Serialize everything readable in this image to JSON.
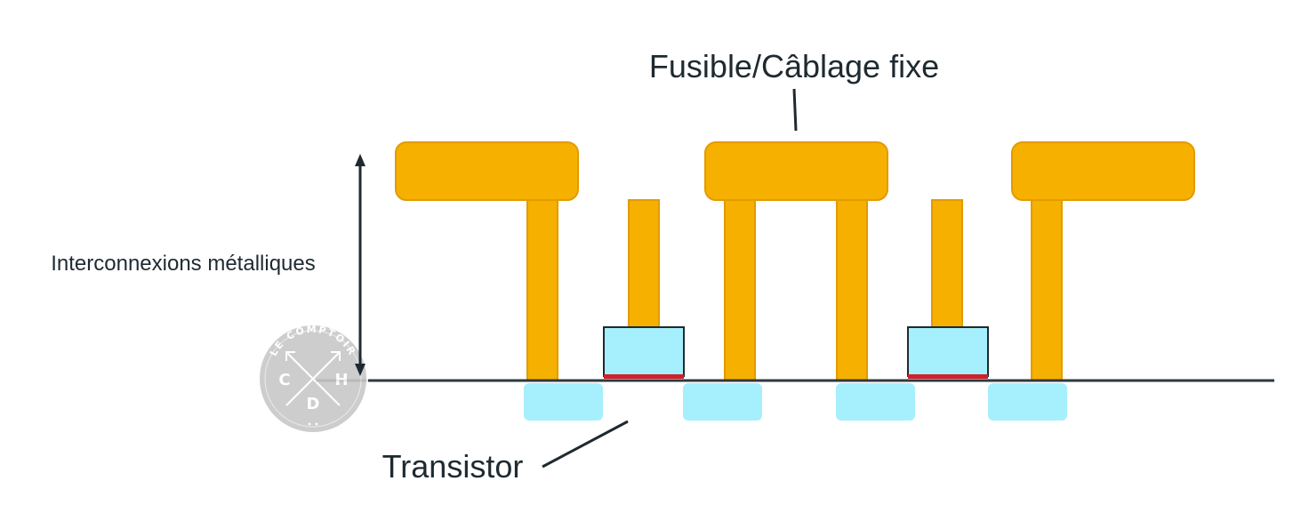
{
  "labels": {
    "fuse": "Fusible/Câblage fixe",
    "interconnects": "Interconnexions métalliques",
    "transistor": "Transistor"
  },
  "watermark": {
    "arc_text": "LE COMPTOIR",
    "letters": [
      "C",
      "H",
      "D"
    ],
    "dots": "• •"
  },
  "colors": {
    "metal_fill": "#f6b100",
    "metal_stroke": "#e39a00",
    "diffusion_fill": "#a6effc",
    "gate_fill": "#a6effc",
    "gate_stroke": "#1f2a30",
    "gate_oxide": "#d0202a",
    "substrate_line": "#2b3a40",
    "text": "#1f2a30",
    "watermark": "#c8c8c8"
  }
}
